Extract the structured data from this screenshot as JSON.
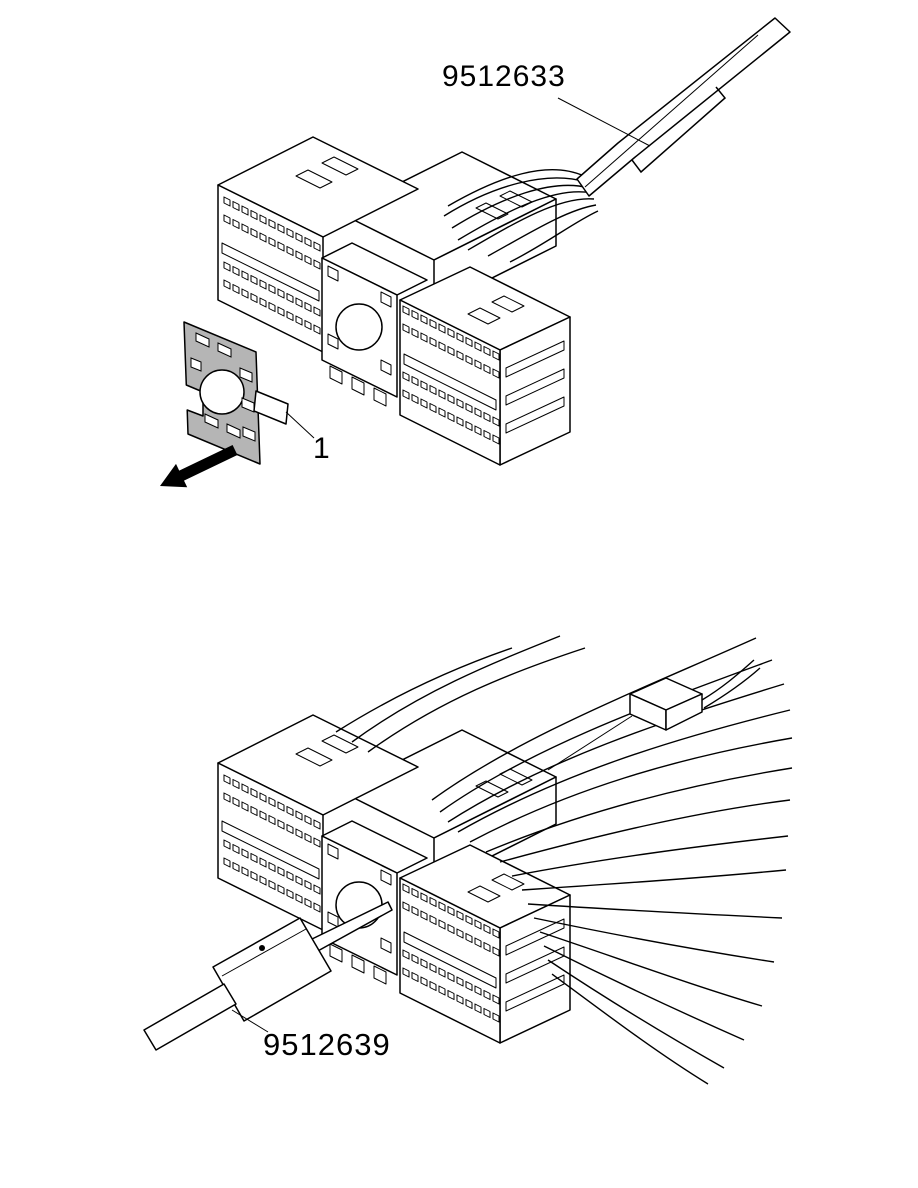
{
  "page": {
    "background": "#ffffff",
    "ink_color": "#000000"
  },
  "figure_top": {
    "tool_label": "9512633",
    "callout_label": "1",
    "plate_color": "#b5b5b5"
  },
  "figure_bottom": {
    "tool_label": "9512639"
  }
}
